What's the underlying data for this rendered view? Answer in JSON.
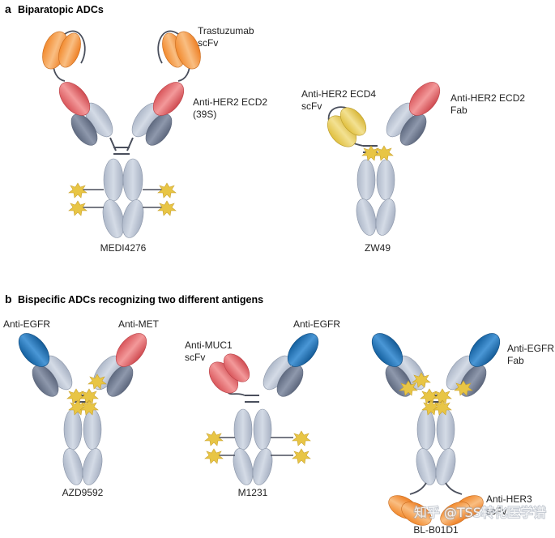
{
  "panel_a": {
    "letter": "a",
    "title": "Biparatopic ADCs",
    "labels": {
      "trastuzumab_scfv": [
        "Trastuzumab",
        "scFv"
      ],
      "anti_her2_ecd2_39s": [
        "Anti-HER2 ECD2",
        "(39S)"
      ],
      "anti_her2_ecd4_scfv": [
        "Anti-HER2 ECD4",
        "scFv"
      ],
      "anti_her2_ecd2_fab": [
        "Anti-HER2 ECD2",
        "Fab"
      ]
    },
    "molecules": [
      "MEDI4276",
      "ZW49"
    ]
  },
  "panel_b": {
    "letter": "b",
    "title": "Bispecific ADCs recognizing two different antigens",
    "labels": {
      "anti_egfr_1": "Anti-EGFR",
      "anti_met": "Anti-MET",
      "anti_muc1_scfv": [
        "Anti-MUC1",
        "scFv"
      ],
      "anti_egfr_2": "Anti-EGFR",
      "anti_egfr_fab": [
        "Anti-EGFR",
        "Fab"
      ],
      "anti_her3_scfv": [
        "Anti-HER3",
        "scFv"
      ]
    },
    "molecules": [
      "AZD9592",
      "M1231",
      "BL-B01D1"
    ]
  },
  "watermark": "知乎 @TSS转化医学谱",
  "colors": {
    "constant": "#c3cbd9",
    "constant_dark": "#7c869a",
    "her2_red": "#e46e71",
    "trastuzumab_orange": "#f5a04a",
    "ecd4_yellow": "#e8cd5e",
    "egfr_blue": "#2e78c2",
    "met_red": "#e0686b",
    "her3_orange": "#f5a04a",
    "payload_yellow": "#e8c545",
    "linker": "#4a4f5c"
  }
}
